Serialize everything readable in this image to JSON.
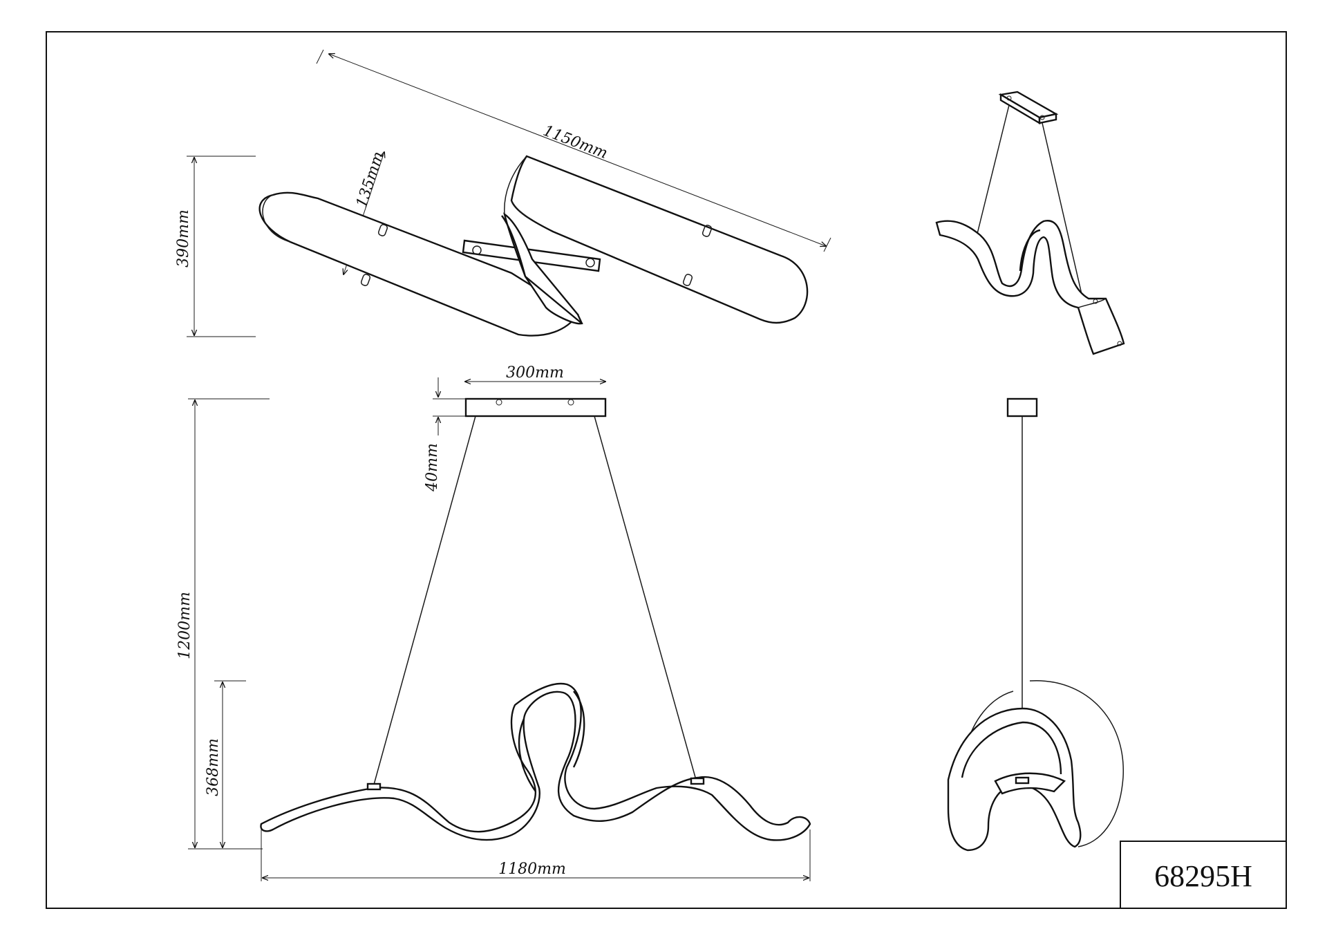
{
  "product_code": "68295H",
  "dimensions": {
    "top_view_length": "1150mm",
    "top_view_depth": "135mm",
    "top_view_height": "390mm",
    "canopy_width": "300mm",
    "canopy_height": "40mm",
    "overall_height": "1200mm",
    "body_height": "368mm",
    "overall_width": "1180mm"
  },
  "colors": {
    "line": "#111111",
    "background": "#ffffff"
  }
}
